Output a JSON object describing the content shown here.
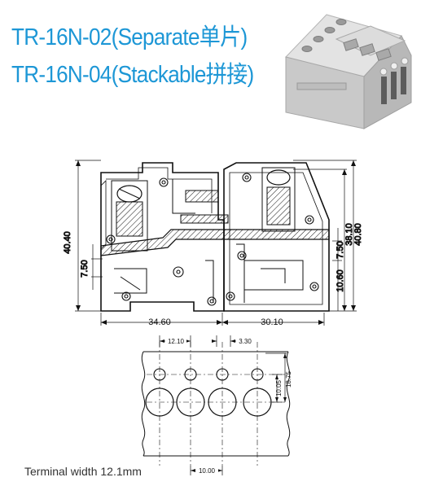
{
  "titles": {
    "line1": "TR-16N-02(Separate单片)",
    "line2": "TR-16N-04(Stackable拼接)"
  },
  "colors": {
    "title": "#1d97d6",
    "line": "#111111"
  },
  "dimensions": {
    "height_left": "40.40",
    "height_right_inner": "38.10",
    "height_right_outer": "40.80",
    "offset_left": "7.50",
    "offset_right_upper": "7.50",
    "offset_right_lower": "10.60",
    "width_left": "34.60",
    "width_right": "30.10"
  },
  "footprint": {
    "pitch_top": "12.10",
    "offset_top": "3.30",
    "height_inner": "10.05",
    "height_outer": "18.75",
    "pitch_bottom": "10.00"
  },
  "caption": "Terminal width 12.1mm"
}
